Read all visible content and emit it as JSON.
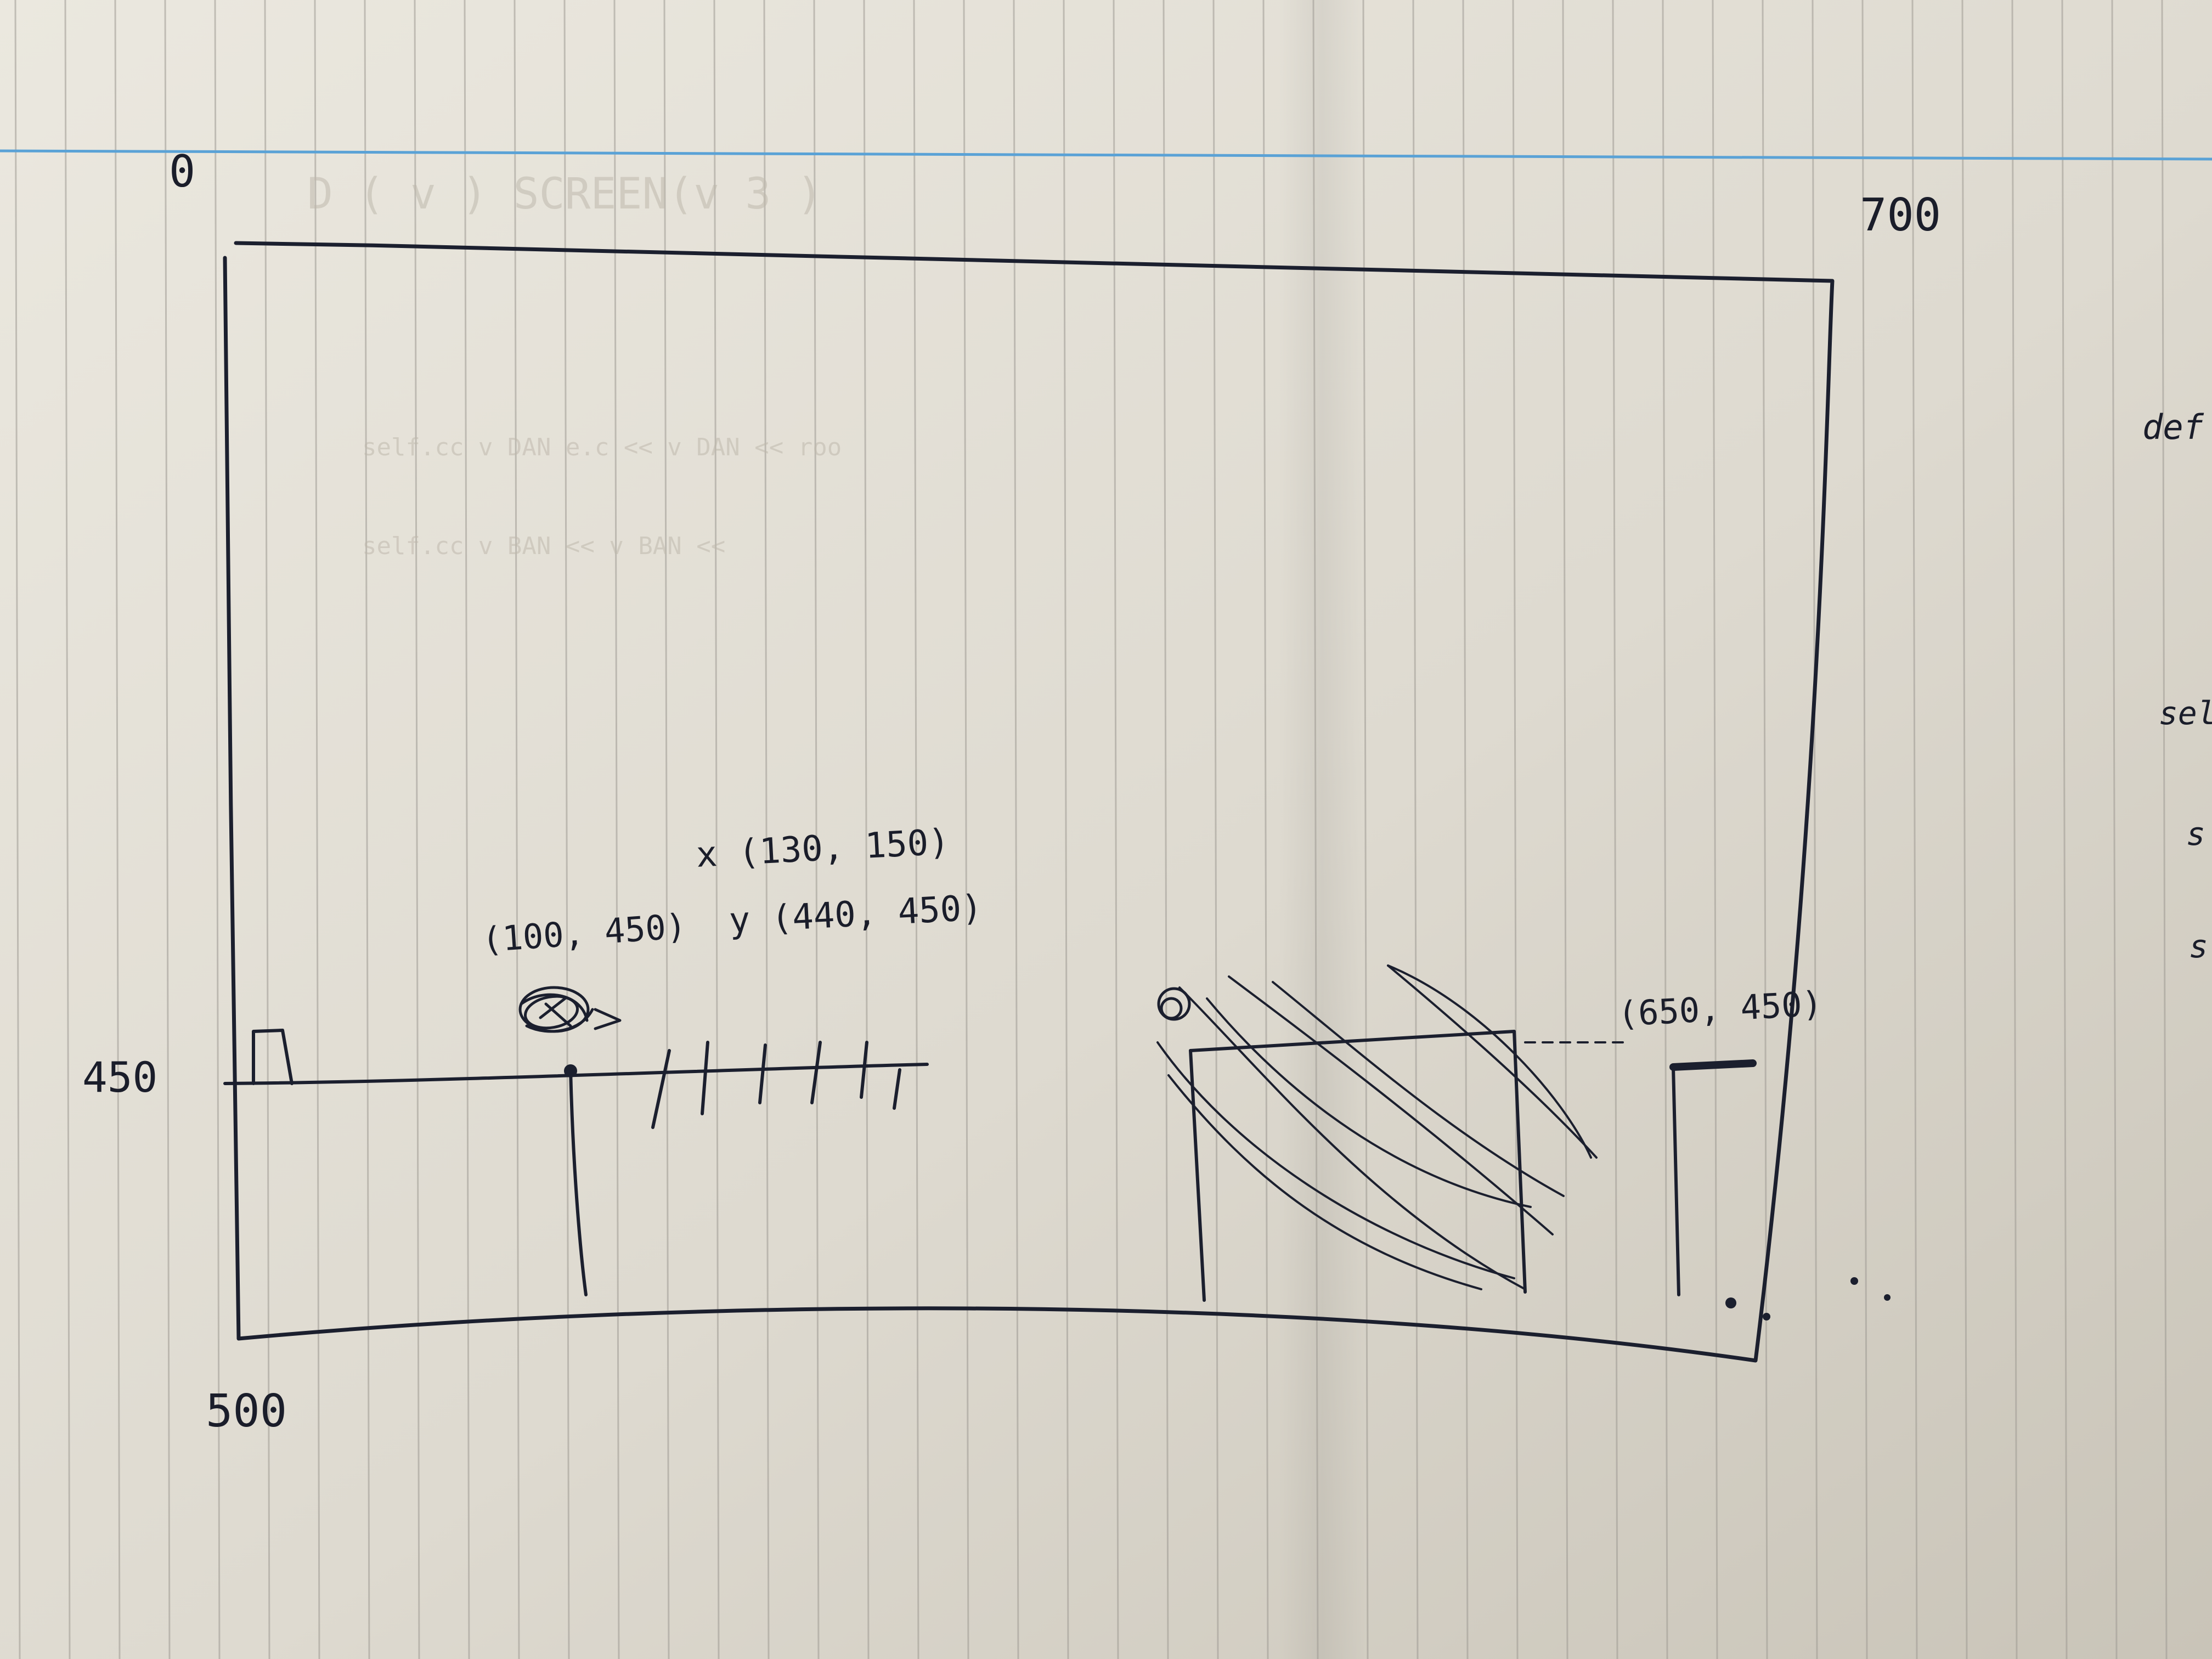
{
  "sheet": {
    "paper_color": "#e4e1d7",
    "rule_color": "#9e9a93",
    "margin_line_color": "#5aa2d6",
    "ink_color": "#1b1f2e"
  },
  "labels": {
    "origin": "0",
    "width_mark": "700",
    "height_mark": "500",
    "ground_mark": "450",
    "player_pos": "(100, 450)",
    "x_range": "x (130, 150)",
    "y_range": "y (440, 450)",
    "goal_pos": "(650, 450)"
  },
  "ghost_text": {
    "line_1": "D (  v )   SCREEN(v 3 )",
    "line_2": "self.cc  v DAN e.c  << v DAN << roo",
    "line_3": "self.cc   v BAN    << v BAN << ",
    "margin_notes": [
      "def",
      "sel",
      "s",
      "s"
    ]
  }
}
